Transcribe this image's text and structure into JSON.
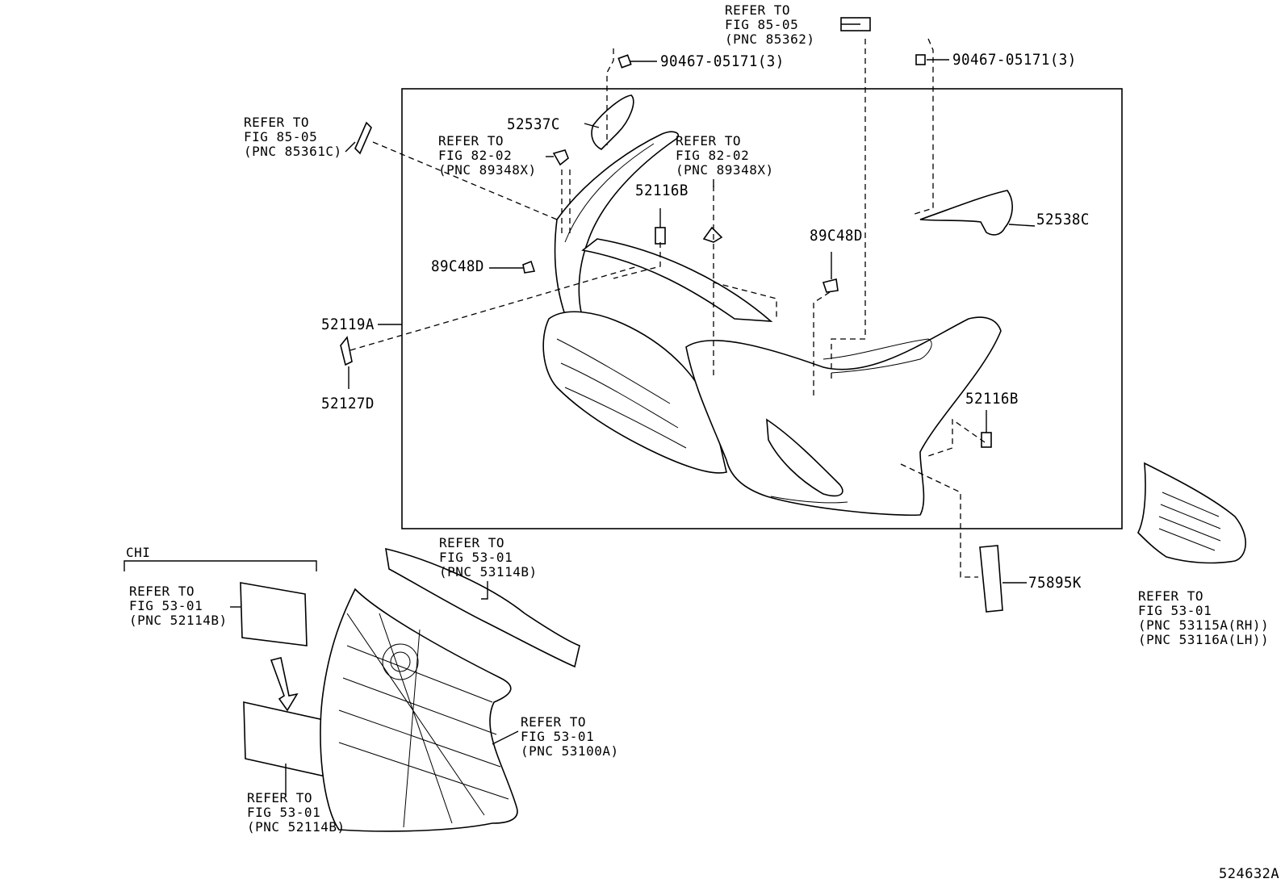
{
  "parts": {
    "p90467_top": "90467-05171(3)",
    "p90467_right": "90467-05171(3)",
    "p52537C": "52537C",
    "p52538C": "52538C",
    "p52116B_upper": "52116B",
    "p52116B_lower": "52116B",
    "p89C48D_left": "89C48D",
    "p89C48D_right": "89C48D",
    "p52119A": "52119A",
    "p52127D": "52127D",
    "p75895K": "75895K"
  },
  "refs": {
    "fig85_top": [
      "REFER TO",
      "FIG 85-05",
      "(PNC 85362)"
    ],
    "fig85_left": [
      "REFER TO",
      "FIG 85-05",
      "(PNC 85361C)"
    ],
    "fig82_left": [
      "REFER TO",
      "FIG 82-02",
      "(PNC 89348X)"
    ],
    "fig82_right": [
      "REFER TO",
      "FIG 82-02",
      "(PNC 89348X)"
    ],
    "fig53_upper_grille": [
      "REFER TO",
      "FIG 53-01",
      "(PNC 53114B)"
    ],
    "fig53_plate_bracket": [
      "REFER TO",
      "FIG 53-01",
      "(PNC 52114B)"
    ],
    "fig53_grille": [
      "REFER TO",
      "FIG 53-01",
      "(PNC 53100A)"
    ],
    "fig53_plate": [
      "REFER TO",
      "FIG 53-01",
      "(PNC 52114B)"
    ],
    "fig53_fog": [
      "REFER TO",
      "FIG 53-01",
      "(PNC 53115A(RH))",
      "(PNC 53116A(LH))"
    ]
  },
  "region_label": "CHI",
  "diagram_id": "524632A"
}
